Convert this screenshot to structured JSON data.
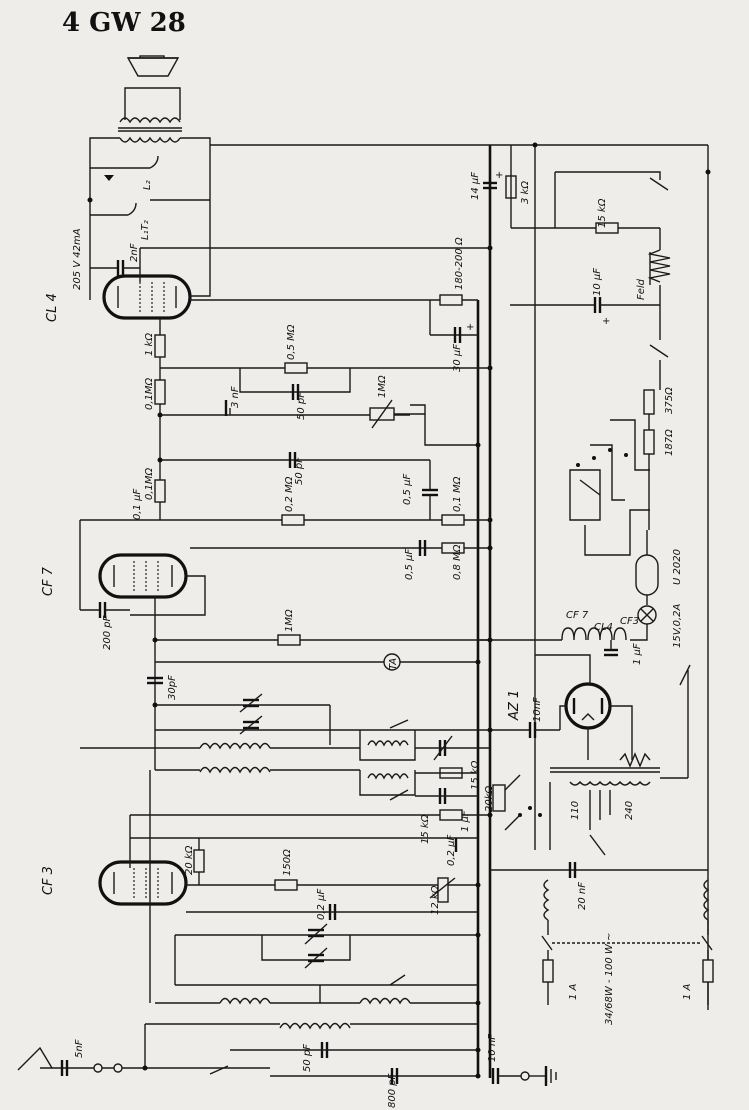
{
  "title": "4 GW 28",
  "tubes": {
    "cl4": "CL 4",
    "cf7": "CF 7",
    "cf3": "CF 3",
    "az1": "AZ 1"
  },
  "components": {
    "l2": "L₂",
    "l1t2": "L₁T₂",
    "c_2nf": "2nF",
    "cl4_rating": "205 V 42mA",
    "r_1k": "1 kΩ",
    "r_01m_a": "0,1MΩ",
    "c_3nf": "3 nF",
    "r_05m_top": "0,5 MΩ",
    "c_50pf_a": "50 pF",
    "pot_1m": "1MΩ",
    "r_01m_b": "0,1MΩ",
    "c_50pf_b": "50 pF",
    "c_01uf": "0,1 µF",
    "r_02m": "0,2 MΩ",
    "c_05uf_a": "0,5 µF",
    "r_01m_c": "0,1 MΩ",
    "c_05uf_b": "0,5 µF",
    "r_08m": "0,8 MΩ",
    "c_200pf": "200 pF",
    "r_1m": "1MΩ",
    "c_30pf": "30pF",
    "ta": "TA",
    "c_14uf": "14 µF",
    "r_3k": "3 kΩ",
    "r_180_200": "180-200 Ω",
    "c_30uf": "30 µF",
    "c_10uf": "10 µF",
    "r_15k_top": "15 kΩ",
    "feld": "Feld",
    "r_375": "375Ω",
    "r_187": "187Ω",
    "u2020": "U 2020",
    "lamp": "15V,0,2A",
    "heater_cf7": "CF 7",
    "heater_cl4": "CL4",
    "heater_cf3": "CF3",
    "c_1uf": "1 µF",
    "c_10nf_az": "10nF",
    "r_15k_b": "15 kΩ",
    "r_20k_a": "20kΩ",
    "c_1uf_b": "1 µF",
    "r_15k_c": "15 kΩ",
    "r_20k_b": "20 kΩ",
    "r_150": "150Ω",
    "c_02uf": "0,2 µF",
    "c_02uf_b": "0,2 µF",
    "pot_12k": "12 kΩ",
    "tap_110": "110",
    "tap_240": "240",
    "c_20nf": "20 nF",
    "fuse_1a_l": "1 A",
    "fuse_1a_r": "1 A",
    "power": "34/68W - 100 W ~",
    "c_5nf": "5nF",
    "c_50pf_c": "50 pF",
    "c_800pf": "800 pF",
    "c_10nf_gnd": "10 nF",
    "plus_1": "+",
    "plus_2": "+",
    "plus_3": "+"
  }
}
